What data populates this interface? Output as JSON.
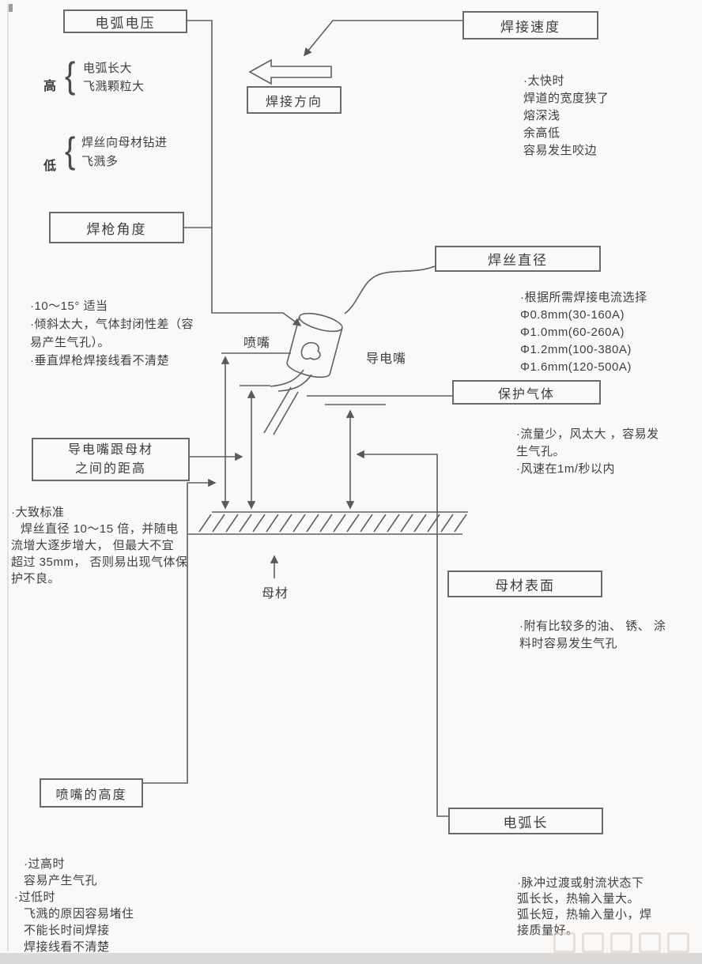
{
  "colors": {
    "line": "#606060",
    "text": "#3e3e3e",
    "box_border": "#6a6a6a",
    "page_bg": "#faf9f7",
    "watermark": "#d9cbc1"
  },
  "boxes": {
    "arc_voltage": "电弧电压",
    "welding_speed": "焊接速度",
    "welding_direction": "焊接方向",
    "torch_angle": "焊枪角度",
    "wire_diameter": "焊丝直径",
    "shielding_gas": "保护气体",
    "ctwd_line1": "导电嘴跟母材",
    "ctwd_line2": "之间的距高",
    "base_surface": "母材表面",
    "nozzle_height": "喷嘴的高度",
    "arc_length": "电弧长"
  },
  "labels": {
    "nozzle": "喷嘴",
    "contact_tip": "导电嘴",
    "base": "母材",
    "brace": "{"
  },
  "voltage": {
    "high_label": "高",
    "high_items": [
      "电弧长大",
      "飞溅颗粒大"
    ],
    "low_label": "低",
    "low_items": [
      "焊丝向母材钻进",
      "飞溅多"
    ]
  },
  "notes": {
    "speed": [
      "·太快时",
      "焊道的宽度狭了",
      "熔深浅",
      "余高低",
      "容易发生咬边"
    ],
    "angle": [
      "·10～15° 适当",
      "·倾斜太大，气体封闭性差（容",
      "易产生气孔）。",
      "·垂直焊枪焊接线看不清楚"
    ],
    "wire": [
      "·根据所需焊接电流选择",
      "Φ0.8mm(30-160A)",
      "Φ1.0mm(60-260A)",
      "Φ1.2mm(100-380A)",
      "Φ1.6mm(120-500A)"
    ],
    "gas": [
      "·流量少，风太大 ，容易发",
      "生气孔。",
      "·风速在1m/秒以内"
    ],
    "ctwd": [
      "·大致标准",
      "焊丝直径 10～15 倍，并随电",
      "流增大逐步增大， 但最大不宜",
      "超过 35mm， 否则易出现气体保",
      "护不良。"
    ],
    "surface": [
      "·附有比较多的油、 锈、 涂",
      "料时容易发生气孔"
    ],
    "nozzle": [
      "·过高时",
      "容易产生气孔",
      "·过低时",
      "飞溅的原因容易堵住",
      "不能长时间焊接",
      "焊接线看不清楚"
    ],
    "arc": [
      "·脉冲过渡或射流状态下",
      "弧长长，热输入量大。",
      "弧长短，热输入量小，焊",
      "接质量好。"
    ]
  }
}
